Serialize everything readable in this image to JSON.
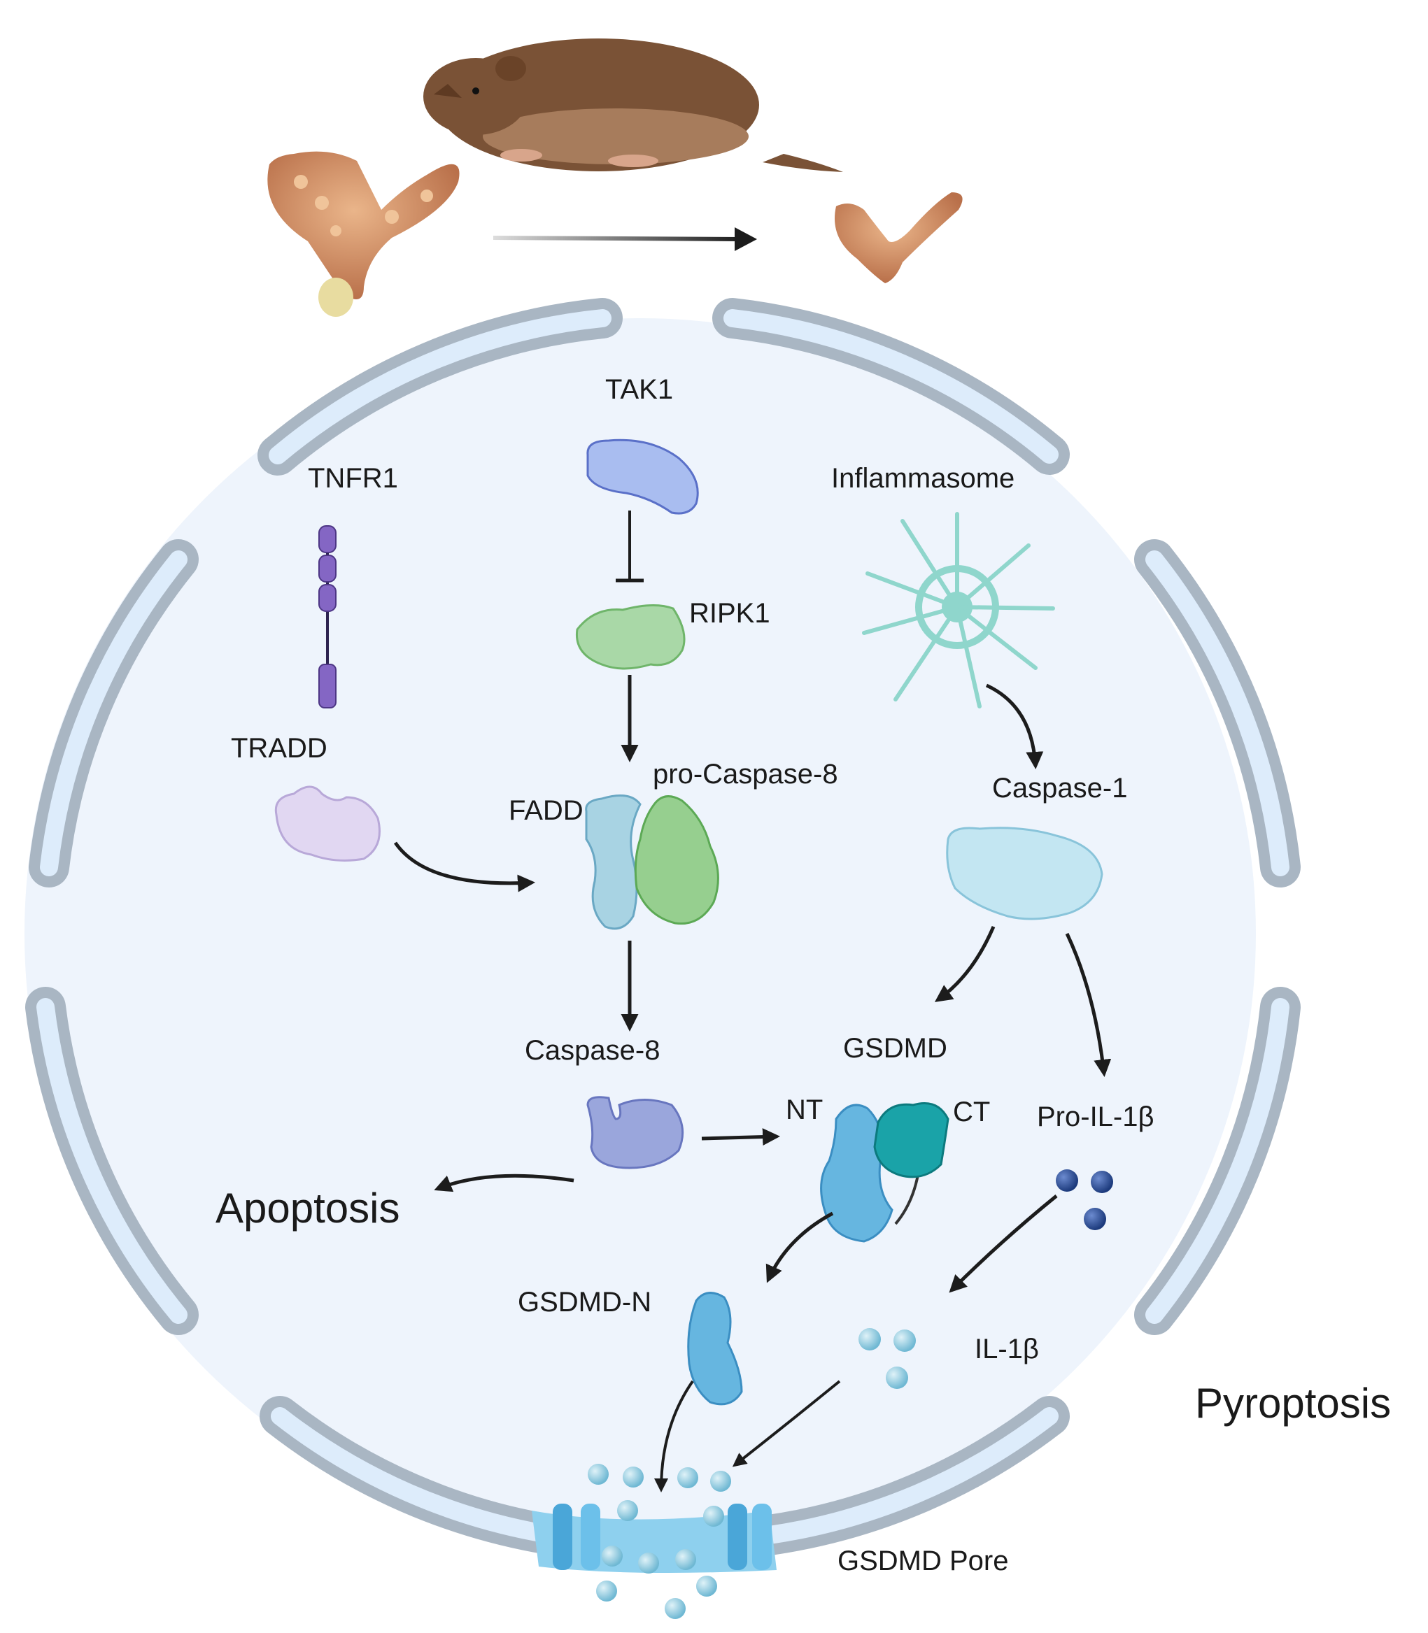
{
  "labels": {
    "tak1": "TAK1",
    "tnfr1": "TNFR1",
    "inflammasome": "Inflammasome",
    "ripk1": "RIPK1",
    "tradd": "TRADD",
    "pro_caspase8": "pro-Caspase-8",
    "fadd": "FADD",
    "caspase1": "Caspase-1",
    "caspase8": "Caspase-8",
    "gsdmd": "GSDMD",
    "nt": "NT",
    "ct": "CT",
    "pro_il1b": "Pro-IL-1β",
    "apoptosis": "Apoptosis",
    "gsdmd_n": "GSDMD-N",
    "il1b": "IL-1β",
    "pyroptosis": "Pyroptosis",
    "gsdmd_pore": "GSDMD Pore"
  },
  "colors": {
    "cell_fill": "#eef4fc",
    "membrane_stroke": "#a9b6c3",
    "membrane_fill": "#ddecfb",
    "arrow": "#1c1c1c",
    "tak1": "#a9bdf0",
    "ripk1": "#a9d8a7",
    "tnfr1": "#8466c4",
    "tradd": "#e1d7f2",
    "fadd": "#a8d3e3",
    "pro_caspase8": "#96cf8f",
    "caspase1": "#c3e6f2",
    "caspase8": "#9aa6dc",
    "gsdmd_nt": "#66b6e0",
    "gsdmd_ct": "#1aa3a8",
    "inflammasome": "#8fd6cc",
    "pro_il1b": "#2e4f95",
    "il1b": "#92cde3",
    "organ": "#c98a5c",
    "rodent": "#7a5236"
  },
  "icons": [
    "rodent-icon",
    "organ-icon",
    "organ-small-icon",
    "inflammasome-icon",
    "gsdmd-pore-icon"
  ]
}
